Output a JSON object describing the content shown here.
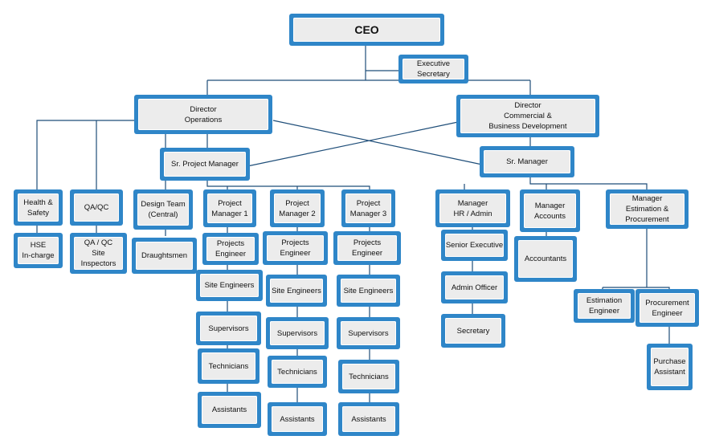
{
  "boxes": {
    "ceo": "CEO",
    "exec_secretary": "Executive\nSecretary",
    "dir_ops": "Director\nOperations",
    "dir_com": "Director\nCommercial &\nBusiness  Development",
    "sr_pm": "Sr. Project Manager",
    "sr_mgr": "Sr. Manager",
    "health_safety": "Health &\nSafety",
    "hse": "HSE\nIn-charge",
    "qaqc": "QA/QC",
    "qaqc_site": "QA / QC\nSite\nInspectors",
    "design_team": "Design Team\n(Central)",
    "draughtsmen": "Draughtsmen",
    "pm1": "Project\nManager 1",
    "pm1_pe": "Projects\nEngineer",
    "pm1_se": "Site Engineers",
    "pm1_sup": "Supervisors",
    "pm1_tech": "Technicians",
    "pm1_asst": "Assistants",
    "pm2": "Project\nManager 2",
    "pm2_pe": "Projects\nEngineer",
    "pm2_se": "Site Engineers",
    "pm2_sup": "Supervisors",
    "pm2_tech": "Technicians",
    "pm2_asst": "Assistants",
    "pm3": "Project\nManager 3",
    "pm3_pe": "Projects Engineer",
    "pm3_se": "Site Engineers",
    "pm3_sup": "Supervisors",
    "pm3_tech": "Technicians",
    "pm3_asst": "Assistants",
    "mgr_hr": "Manager\nHR / Admin",
    "senior_exec": "Senior Executive",
    "admin_officer": "Admin Officer",
    "secretary": "Secretary",
    "mgr_acc": "Manager\nAccounts",
    "accountants": "Accountants",
    "mgr_est": "Manager\nEstimation &\nProcurement",
    "est_eng": "Estimation\nEngineer",
    "proc_eng": "Procurement\nEngineer",
    "purchase_asst": "Purchase\nAssistant"
  },
  "colors": {
    "box_border": "#2f86c8",
    "box_fill": "#ececec",
    "line": "#1f4e79"
  }
}
